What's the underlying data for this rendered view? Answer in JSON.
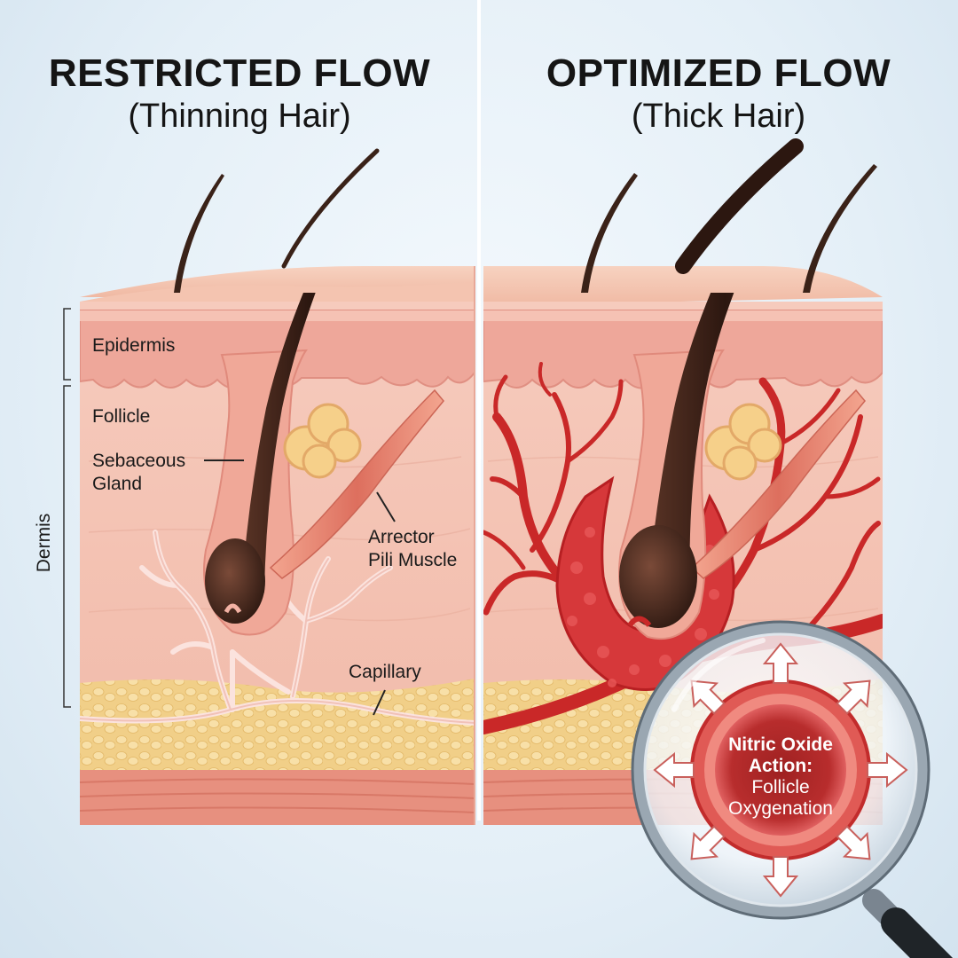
{
  "left_panel": {
    "title": "RESTRICTED FLOW",
    "subtitle": "(Thinning Hair)"
  },
  "right_panel": {
    "title": "OPTIMIZED FLOW",
    "subtitle": "(Thick Hair)"
  },
  "labels": {
    "epidermis": "Epidermis",
    "follicle": "Follicle",
    "sebaceous_line1": "Sebaceous",
    "sebaceous_line2": "Gland",
    "arrector_line1": "Arrector",
    "arrector_line2": "Pili Muscle",
    "capillary": "Capillary",
    "dermis": "Dermis"
  },
  "magnifier": {
    "line1": "Nitric Oxide",
    "line2": "Action:",
    "line3": "Follicle",
    "line4": "Oxygenation"
  },
  "colors": {
    "background": "#e4eff7",
    "skin": "#f3c0b0",
    "epidermis": "#eca99a",
    "hair": "#3a2218",
    "fat": "#f4d596",
    "vessel_restricted": "#f4d2cc",
    "vessel_optimized": "#cc2a2a"
  }
}
